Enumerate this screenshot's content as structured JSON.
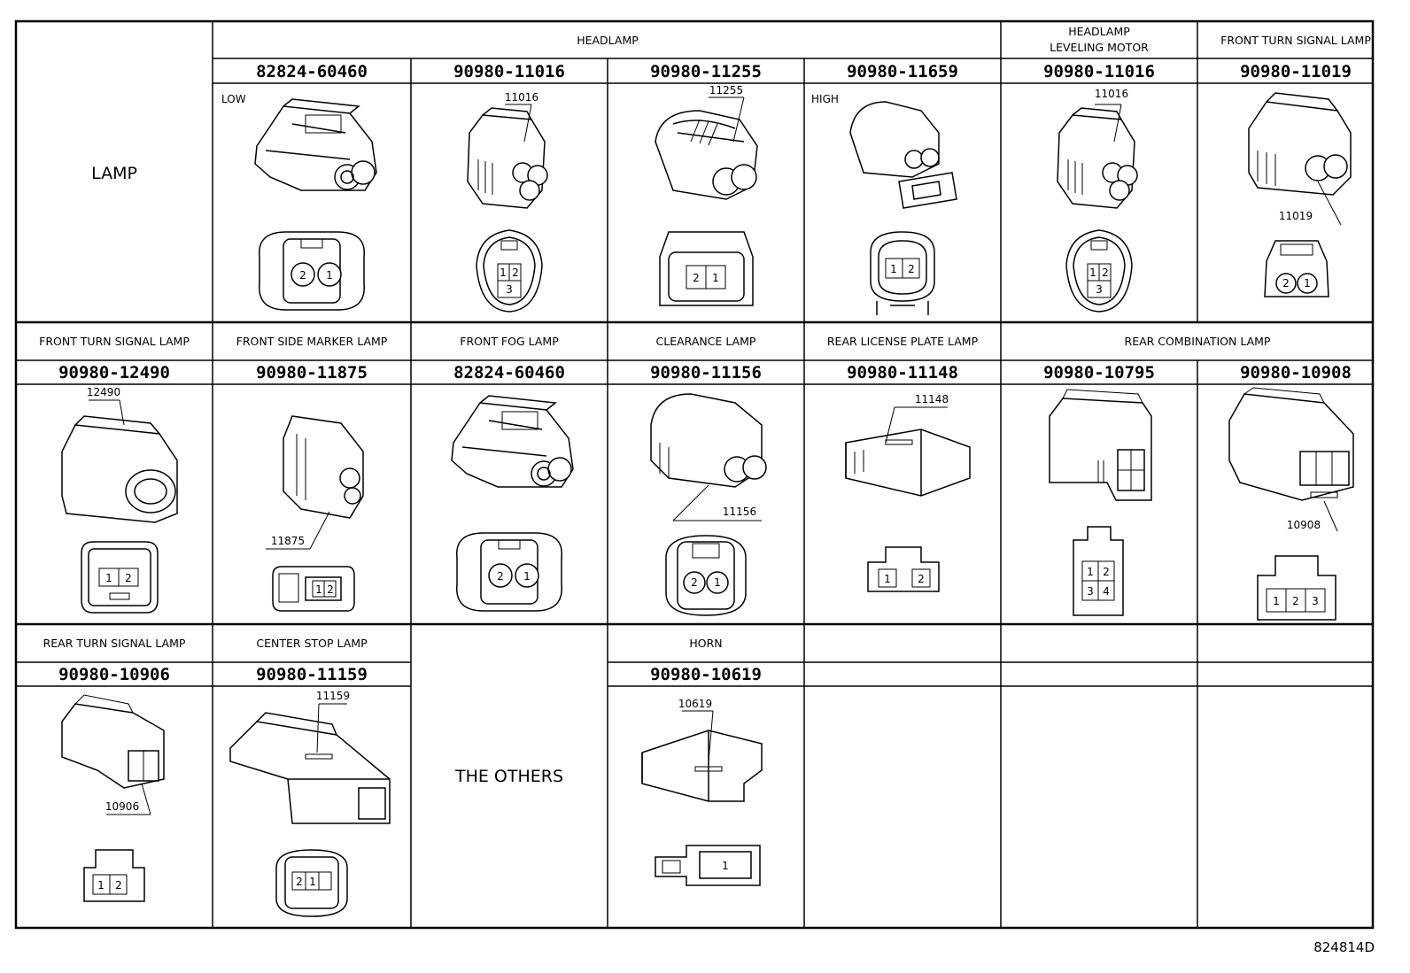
{
  "left_header": "LAMP",
  "group_headers": {
    "headlamp": "HEADLAMP",
    "leveling_motor_line1": "HEADLAMP",
    "leveling_motor_line2": "LEVELING MOTOR",
    "front_turn_signal": "FRONT TURN SIGNAL LAMP"
  },
  "row1": {
    "part_numbers": [
      "82824-60460",
      "90980-11016",
      "90980-11255",
      "90980-11659",
      "90980-11016",
      "90980-11019"
    ],
    "notes": [
      "LOW",
      "",
      "",
      "HIGH",
      "",
      ""
    ],
    "callouts": [
      "",
      "11016",
      "11255",
      "",
      "11016",
      "11019"
    ],
    "pins": [
      [
        "2",
        "1"
      ],
      [
        "1",
        "2",
        "3"
      ],
      [
        "2",
        "1"
      ],
      [
        "1",
        "2"
      ],
      [
        "1",
        "2",
        "3"
      ],
      [
        "2",
        "1"
      ]
    ]
  },
  "row2": {
    "labels": [
      "FRONT TURN SIGNAL LAMP",
      "FRONT SIDE MARKER LAMP",
      "FRONT FOG LAMP",
      "CLEARANCE LAMP",
      "REAR LICENSE PLATE LAMP",
      "REAR COMBINATION LAMP"
    ],
    "part_numbers": [
      "90980-12490",
      "90980-11875",
      "82824-60460",
      "90980-11156",
      "90980-11148",
      "90980-10795",
      "90980-10908"
    ],
    "callouts": [
      "12490",
      "11875",
      "",
      "11156",
      "11148",
      "",
      "10908"
    ],
    "pins": [
      [
        "1",
        "2"
      ],
      [
        "1",
        "2"
      ],
      [
        "2",
        "1"
      ],
      [
        "2",
        "1"
      ],
      [
        "1",
        "2"
      ],
      [
        "1",
        "2",
        "3",
        "4"
      ],
      [
        "1",
        "2",
        "3"
      ]
    ]
  },
  "row3": {
    "labels": [
      "REAR TURN SIGNAL LAMP",
      "CENTER STOP LAMP",
      "HORN"
    ],
    "part_numbers": [
      "90980-10906",
      "90980-11159",
      "90980-10619"
    ],
    "callouts": [
      "10906",
      "11159",
      "10619"
    ],
    "pins": [
      [
        "1",
        "2"
      ],
      [
        "2",
        "1"
      ],
      [
        "1"
      ]
    ],
    "others": "THE OTHERS"
  },
  "figure_ref": "824814D"
}
